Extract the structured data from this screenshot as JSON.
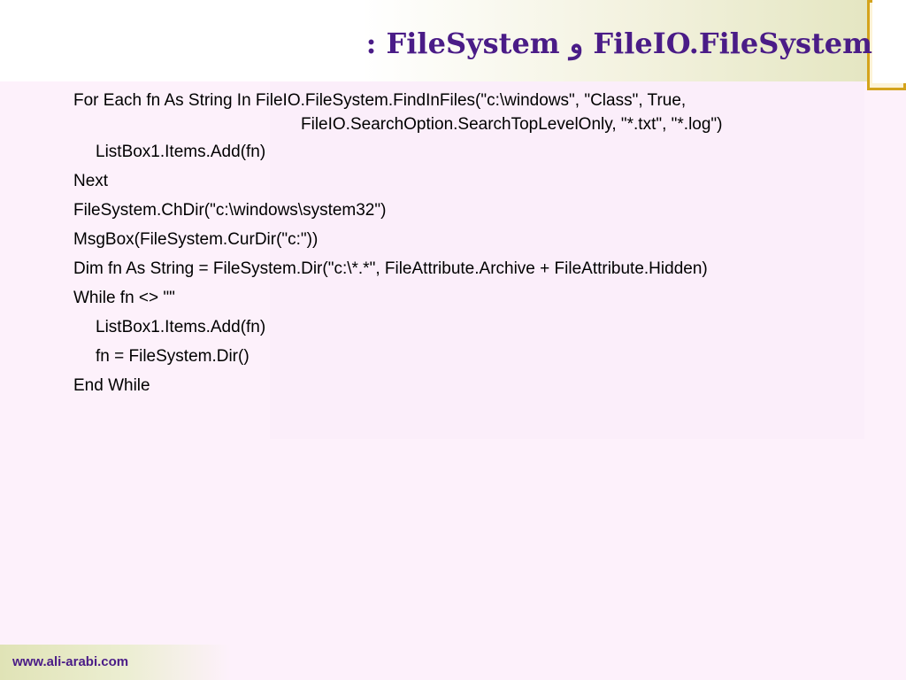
{
  "title": ": FileSystem و FileIO.FileSystem",
  "code": {
    "line1_a": "For Each fn As String In FileIO.FileSystem.FindInFiles(\"c:\\windows\", \"Class\", True,",
    "line1_b": "FileIO.SearchOption.SearchTopLevelOnly, \"*.txt\", \"*.log\")",
    "line2": "ListBox1.Items.Add(fn)",
    "line3": "Next",
    "line4": "FileSystem.ChDir(\"c:\\windows\\system32\")",
    "line5": "MsgBox(FileSystem.CurDir(\"c:\"))",
    "line6": "Dim fn As String = FileSystem.Dir(\"c:\\*.*\", FileAttribute.Archive + FileAttribute.Hidden)",
    "line7": "While fn <> \"\"",
    "line8": "ListBox1.Items.Add(fn)",
    "line9": "fn = FileSystem.Dir()",
    "line10": "End While"
  },
  "footer": {
    "url": "www.ali-arabi.com"
  },
  "colors": {
    "title": "#4a1c87",
    "background": "#fdf1fb",
    "accent_border": "#d4a31c"
  }
}
